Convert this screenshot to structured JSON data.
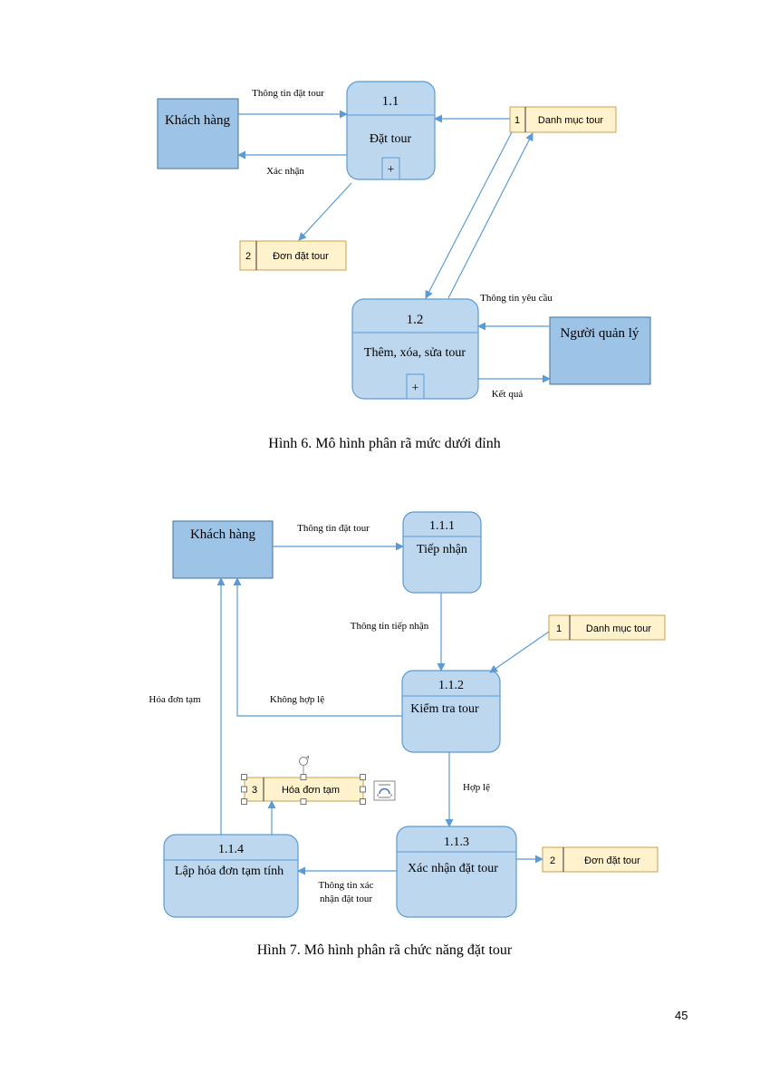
{
  "colors": {
    "process_fill": "#bdd7ee",
    "process_stroke": "#5b9bd5",
    "entity_fill": "#9dc3e6",
    "entity_stroke": "#41719c",
    "store_fill": "#fff2cc",
    "store_stroke": "#c9a04a",
    "arrow": "#5b9bd5"
  },
  "figure6": {
    "caption": "Hình 6. Mô hình phân rã mức dưới đỉnh",
    "entities": {
      "khach_hang": "Khách hàng",
      "nguoi_quan_ly": "Người quản lý"
    },
    "processes": {
      "p11": {
        "id": "1.1",
        "name": "Đặt tour",
        "expand": "+"
      },
      "p12": {
        "id": "1.2",
        "name": "Thêm, xóa, sửa tour",
        "expand": "+"
      }
    },
    "stores": {
      "danh_muc": {
        "num": "1",
        "name": "Danh mục tour"
      },
      "don_dat": {
        "num": "2",
        "name": "Đơn đặt tour"
      }
    },
    "flows": {
      "thong_tin_dat_tour": "Thông tin đặt tour",
      "xac_nhan": "Xác nhận",
      "thong_tin_yeu_cau": "Thông tin yêu cầu",
      "ket_qua": "Kết quả"
    }
  },
  "figure7": {
    "caption": "Hình 7. Mô hình phân rã chức năng đặt tour",
    "entities": {
      "khach_hang": "Khách hàng"
    },
    "processes": {
      "p111": {
        "id": "1.1.1",
        "name": "Tiếp nhận"
      },
      "p112": {
        "id": "1.1.2",
        "name": "Kiểm tra tour"
      },
      "p113": {
        "id": "1.1.3",
        "name": "Xác nhận đặt tour"
      },
      "p114": {
        "id": "1.1.4",
        "name": "Lập hóa đơn tạm tính"
      }
    },
    "stores": {
      "danh_muc": {
        "num": "1",
        "name": "Danh mục tour"
      },
      "don_dat": {
        "num": "2",
        "name": "Đơn đặt tour"
      },
      "hoa_don": {
        "num": "3",
        "name": "Hóa đơn tạm"
      }
    },
    "flows": {
      "thong_tin_dat_tour": "Thông tin đặt tour",
      "thong_tin_tiep_nhan": "Thông tin tiếp nhận",
      "khong_hop_le": "Không hợp lệ",
      "hoa_don_tam": "Hóa đơn tạm",
      "hop_le": "Hợp lệ",
      "thong_tin_xac_nhan_line1": "Thông tin xác",
      "thong_tin_xac_nhan_line2": "nhận đặt tour"
    }
  },
  "page_number": "45"
}
